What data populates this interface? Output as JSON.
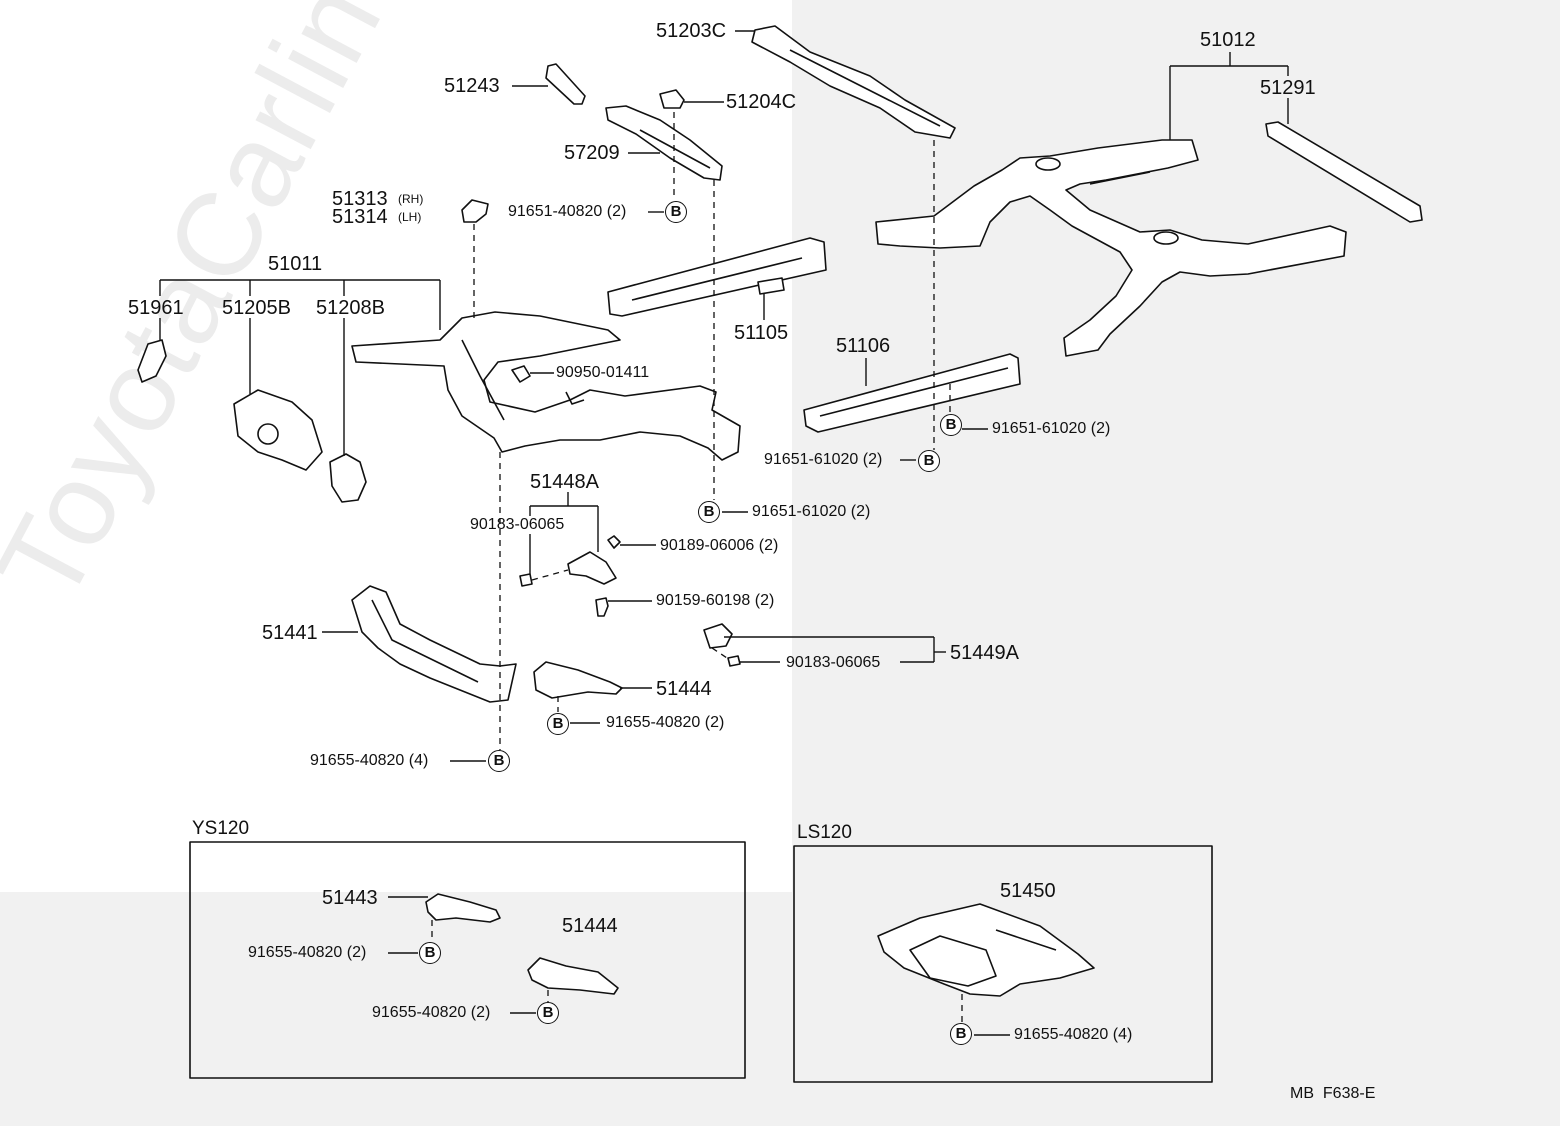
{
  "watermark": "ToyotaCarline.ru",
  "parts": {
    "p51203C": "51203C",
    "p51243": "51243",
    "p51204C": "51204C",
    "p57209": "57209",
    "p51313": "51313",
    "p51313_tag": "(RH)",
    "p51314": "51314",
    "p51314_tag": "(LH)",
    "f91651_40820_2": "91651-40820 (2)",
    "p51011": "51011",
    "p51961": "51961",
    "p51205B": "51205B",
    "p51208B": "51208B",
    "p51105": "51105",
    "f90950_01411": "90950-01411",
    "p51106": "51106",
    "f91651_61020_2_a": "91651-61020 (2)",
    "f91651_61020_2_b": "91651-61020 (2)",
    "f91651_61020_2_c": "91651-61020 (2)",
    "p51012": "51012",
    "p51291": "51291",
    "p51448A": "51448A",
    "f90183_06065_a": "90183-06065",
    "f90189_06006_2": "90189-06006 (2)",
    "f90159_60198_2": "90159-60198 (2)",
    "p51441": "51441",
    "p51449A": "51449A",
    "f90183_06065_b": "90183-06065",
    "p51444_main": "51444",
    "f91655_40820_2_main": "91655-40820 (2)",
    "f91655_40820_4_main": "91655-40820 (4)"
  },
  "bolt_ref": "B",
  "ys120": {
    "title": "YS120",
    "p51443": "51443",
    "f91655_a": "91655-40820 (2)",
    "p51444": "51444",
    "f91655_b": "91655-40820 (2)"
  },
  "ls120": {
    "title": "LS120",
    "p51450": "51450",
    "f91655": "91655-40820 (4)"
  },
  "footer_code": "MB  F638-E"
}
